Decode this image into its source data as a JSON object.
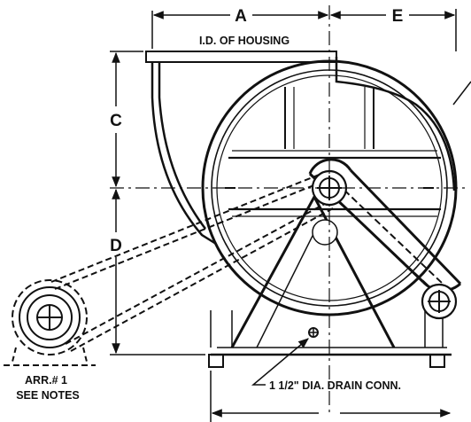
{
  "dimensions": {
    "a": "A",
    "e": "E",
    "c": "C",
    "d": "D"
  },
  "labels": {
    "housing_id": "I.D. OF HOUSING",
    "drain": "1 1/2\" DIA. DRAIN CONN.",
    "arrangement_line1": "ARR.# 1",
    "arrangement_line2": "SEE NOTES"
  }
}
